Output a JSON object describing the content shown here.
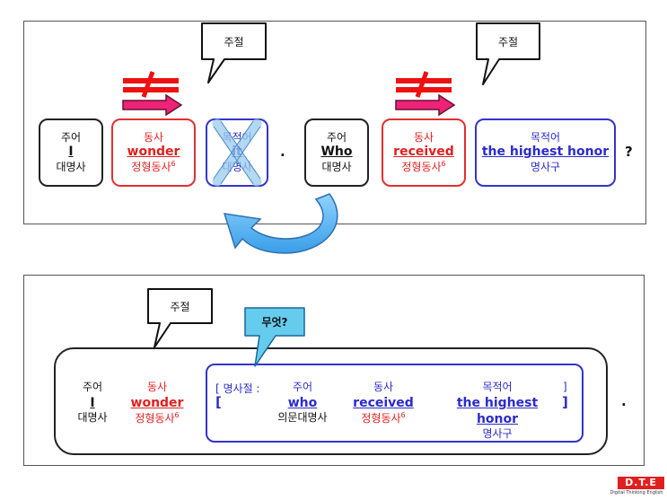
{
  "callouts": {
    "clause": "주절",
    "what": "무엇?"
  },
  "top": {
    "subject": {
      "role": "주어",
      "word": "I",
      "pos": "대명사"
    },
    "verb": {
      "role": "동사",
      "word": "wonder",
      "pos": "정형동사",
      "sup": "6"
    },
    "object_crossed": {
      "role": "목적어",
      "word": "it",
      "pos": "대명사"
    },
    "period": ".",
    "subject2": {
      "role": "주어",
      "word": "Who",
      "pos": "대명사"
    },
    "verb2": {
      "role": "동사",
      "word": "received",
      "pos": "정형동사",
      "sup": "6"
    },
    "object2": {
      "role": "목적어",
      "word": "the highest honor",
      "pos": "명사구"
    },
    "question": "?"
  },
  "bottom": {
    "subject": {
      "role": "주어",
      "word": "I",
      "pos": "대명사"
    },
    "verb": {
      "role": "동사",
      "word": "wonder",
      "pos": "정형동사",
      "sup": "6"
    },
    "noun_clause_label": "[ 명사절 :",
    "open_bracket": "[",
    "close_bracket_top": "]",
    "close_bracket": "]",
    "clause_subject": {
      "role": "주어",
      "word": "who",
      "pos": "의문대명사"
    },
    "clause_verb": {
      "role": "동사",
      "word": "received",
      "pos": "정형동사",
      "sup": "6"
    },
    "clause_object": {
      "role": "목적어",
      "word": "the highest honor",
      "pos": "명사구"
    },
    "period": "."
  },
  "logo": {
    "text": "D.T.E",
    "tagline": "Digital Thinking English"
  },
  "colors": {
    "red": "#e02020",
    "blue": "#2b2bcc",
    "arrow_blue": "#3aa0f0",
    "callout_fill": "#66ccee"
  }
}
